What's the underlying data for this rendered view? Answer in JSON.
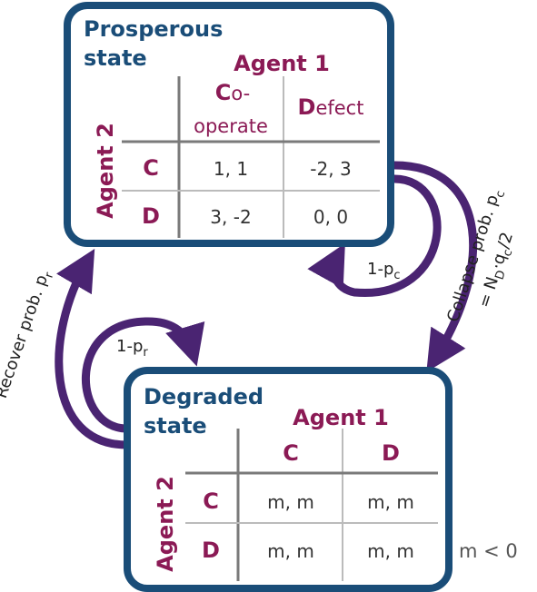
{
  "colors": {
    "box_border": "#1a4d78",
    "arrow": "#4a2472",
    "agent": "#8b1a55",
    "title": "#1a4d78"
  },
  "prosperous": {
    "title_line1": "Prosperous",
    "title_line2": "state",
    "agent1": "Agent 1",
    "agent2": "Agent 2",
    "col1_initial": "C",
    "col1_rest": "o-",
    "col1_line2": "operate",
    "col2_initial": "D",
    "col2_rest": "efect",
    "rows": [
      {
        "label": "C",
        "cells": [
          "1, 1",
          "-2, 3"
        ]
      },
      {
        "label": "D",
        "cells": [
          "3, -2",
          "0, 0"
        ]
      }
    ]
  },
  "degraded": {
    "title_line1": "Degraded",
    "title_line2": "state",
    "agent1": "Agent 1",
    "agent2": "Agent 2",
    "cols": [
      "C",
      "D"
    ],
    "rows": [
      {
        "label": "C",
        "cells": [
          "m, m",
          "m, m"
        ]
      },
      {
        "label": "D",
        "cells": [
          "m, m",
          "m, m"
        ]
      }
    ]
  },
  "transitions": {
    "stay_prosperous": "1-p",
    "stay_prosperous_sub": "c",
    "stay_degraded": "1-p",
    "stay_degraded_sub": "r",
    "recover": "Recover prob. p",
    "recover_sub": "r",
    "collapse": "Collapse prob. p",
    "collapse_sub": "c",
    "collapse_eq_a": "= N",
    "collapse_eq_sub1": "D",
    "collapse_eq_b": "·q",
    "collapse_eq_sub2": "c",
    "collapse_eq_c": "/2"
  },
  "note": "m < 0"
}
